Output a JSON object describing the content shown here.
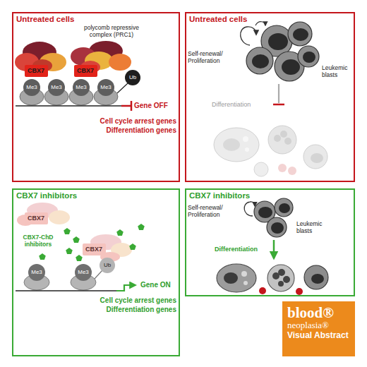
{
  "diagram": {
    "nodes": [
      {
        "text": [
          "Untreated cells"
        ]
      },
      {
        "text": [
          "CBX7"
        ],
        "in": 0
      },
      {
        "text": [
          "CBX7"
        ],
        "in": 0
      },
      {
        "text": [
          "Me3"
        ],
        "in": 0
      },
      {
        "text": [
          "Me3"
        ],
        "in": 0
      },
      {
        "text": [
          "Me3"
        ],
        "in": 0
      },
      {
        "text": [
          "Me3"
        ],
        "in": 0
      },
      {
        "text": [
          "Ub"
        ],
        "in": 0
      },
      {
        "text": [
          "Untreated cells"
        ]
      },
      {
        "text": [
          "CBX7 inhibitors"
        ]
      },
      {
        "text": [
          "CBX7"
        ],
        "in": 9
      },
      {
        "text": [
          "CBX7"
        ],
        "in": 9
      },
      {
        "text": [
          "Me3"
        ],
        "in": 9
      },
      {
        "text": [
          "Me3"
        ],
        "in": 9
      },
      {
        "text": [
          "Ub"
        ],
        "in": 9
      },
      {
        "text": [
          "CBX7 inhibitors"
        ]
      },
      {
        "text": [
          "blood®",
          "neoplasia®",
          "Visual Abstract"
        ]
      }
    ],
    "labels": [
      "polycomb repressive complex (PRC1)",
      "Gene OFF",
      "Cell cycle arrest genes",
      "Differentiation genes",
      "Self-renewal/ Proliferation",
      "Leukemic blasts",
      "Differentiation",
      "CBX7-ChD inhibitors",
      "Gene ON",
      "Cell cycle arrest genes",
      "Differentiation genes",
      "Self-renewal/ Proliferation",
      "Leukemic blasts",
      "Differentiation"
    ]
  }
}
